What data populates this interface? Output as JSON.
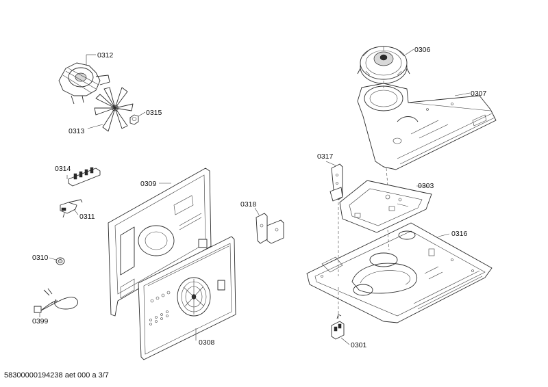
{
  "document": {
    "id_line": "58300000194238 aet 000 a 3/7"
  },
  "callouts": {
    "p0312": "0312",
    "p0313": "0313",
    "p0315": "0315",
    "p0314": "0314",
    "p0311": "0311",
    "p0310": "0310",
    "p0399": "0399",
    "p0309": "0309",
    "p0308": "0308",
    "p0318": "0318",
    "p0317": "0317",
    "p0306": "0306",
    "p0307": "0307",
    "p0303": "0303",
    "p0316": "0316",
    "p0301": "0301"
  }
}
